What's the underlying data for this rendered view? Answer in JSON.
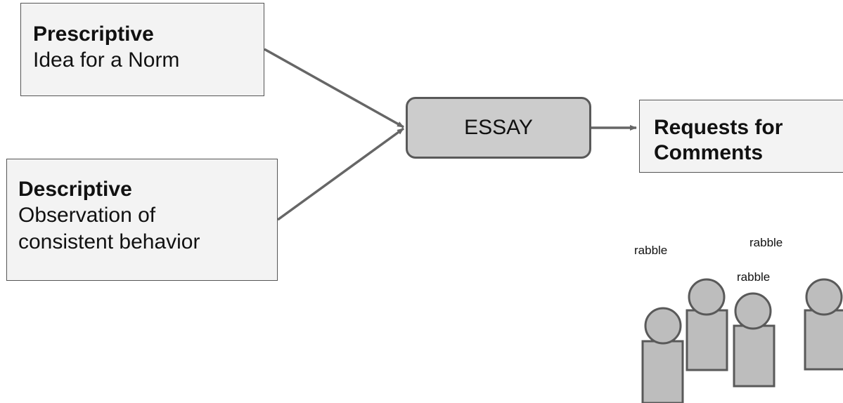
{
  "diagram": {
    "prescriptive": {
      "title": "Prescriptive",
      "body": "Idea for a Norm"
    },
    "descriptive": {
      "title": "Descriptive",
      "body_line1": "Observation of",
      "body_line2": "consistent behavior"
    },
    "essay": {
      "label": "ESSAY"
    },
    "rfc": {
      "title_line1": "Requests for",
      "title_line2": "Comments"
    },
    "rabble": [
      "rabble",
      "rabble",
      "rabble"
    ],
    "figure_count": 4,
    "colors": {
      "box_fill": "#f3f3f3",
      "box_border": "#555555",
      "essay_fill": "#cccccc",
      "essay_border": "#595959",
      "arrow": "#666666",
      "figure_fill": "#bdbdbd",
      "figure_stroke": "#595959"
    }
  }
}
